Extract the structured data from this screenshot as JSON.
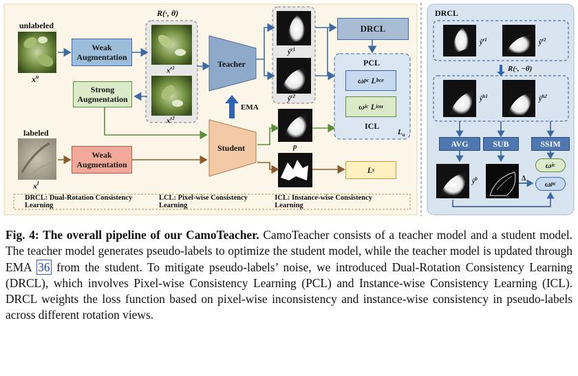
{
  "figure": {
    "left_panel": {
      "unlabeled_label": "unlabeled",
      "labeled_label": "labeled",
      "x_unlabeled": "x",
      "x_unlabeled_sup": "u",
      "x_labeled": "x",
      "x_labeled_sup": "l",
      "weak_aug_1": "Weak Augmentation",
      "weak_aug_2": "Weak Augmentation",
      "strong_aug": "Strong Augmentation",
      "rotation_label": "R(·, θ)",
      "xr1": "x",
      "xr1_sup": "r1",
      "xr2": "x",
      "xr2_sup": "r2",
      "teacher": "Teacher",
      "student": "Student",
      "ema": "EMA",
      "yr1": "ŷ",
      "yr1_sup": "r1",
      "yr2": "ŷ",
      "yr2_sup": "r2",
      "p_label": "p",
      "drcl": "DRCL",
      "pcl": "PCL",
      "pcl_term": "ω",
      "pcl_term_sup": "pc",
      "pcl_loss": "L",
      "pcl_loss_sub": "bce",
      "icl_term": "ω",
      "icl_term_sup": "ic",
      "icl_loss": "L",
      "icl_loss_sub": "iou",
      "icl": "ICL",
      "lu": "L",
      "lu_sub": "u",
      "ls": "L",
      "ls_sub": "s"
    },
    "legend": [
      "DRCL: Dual-Rotation Consistency Learning",
      "LCL: Pixel-wise Consistency Learning",
      "ICL: Instance-wise Consistency Learning"
    ],
    "right_panel": {
      "title": "DRCL",
      "yr1": "ŷ",
      "yr1_sup": "r1",
      "yr2": "ŷ",
      "yr2_sup": "r2",
      "rotation_label": "R(·, −θ)",
      "yh1": "ŷ",
      "yh1_sup": "h1",
      "yh2": "ŷ",
      "yh2_sup": "h2",
      "avg": "AVG",
      "sub": "SUB",
      "ssim": "SSIM",
      "yb": "ŷ",
      "yb_sup": "b",
      "delta": "Δ",
      "w_ic": "ω",
      "w_ic_sup": "ic",
      "w_pc": "ω",
      "w_pc_sup": "pc"
    }
  },
  "caption": {
    "fig_label": "Fig. 4: The overall pipeline of our CamoTeacher.",
    "text_1": " CamoTeacher consists of a teacher model and a student model. The teacher model generates pseudo-labels to optimize the student model, while the teacher model is updated through EMA ",
    "ref": "36",
    "text_2": " from the student. To mitigate pseudo-labels’ noise, we introduced Dual-Rotation Consistency Learning (DRCL), which involves Pixel-wise Consistency Learning (PCL) and Instance-wise Consistency Learning (ICL). DRCL weights the loss function based on pixel-wise inconsistency and instance-wise consistency in pseudo-labels across different rotation views."
  },
  "colors": {
    "left_bg": "#fbf6e7",
    "right_bg": "#d9e4f1",
    "weak_blue": "#9dbedb",
    "strong_green": "#dbeac8",
    "weak_red": "#f2a99a",
    "teacher_fill": "#8ea9c9",
    "student_fill": "#f3c9a6",
    "drcl_fill": "#a8bdd3",
    "ls_fill": "#fff0c2",
    "arrow_blue": "#3d6aa6",
    "arrow_green": "#5a8f3c",
    "arrow_brown": "#8a5a2b"
  }
}
